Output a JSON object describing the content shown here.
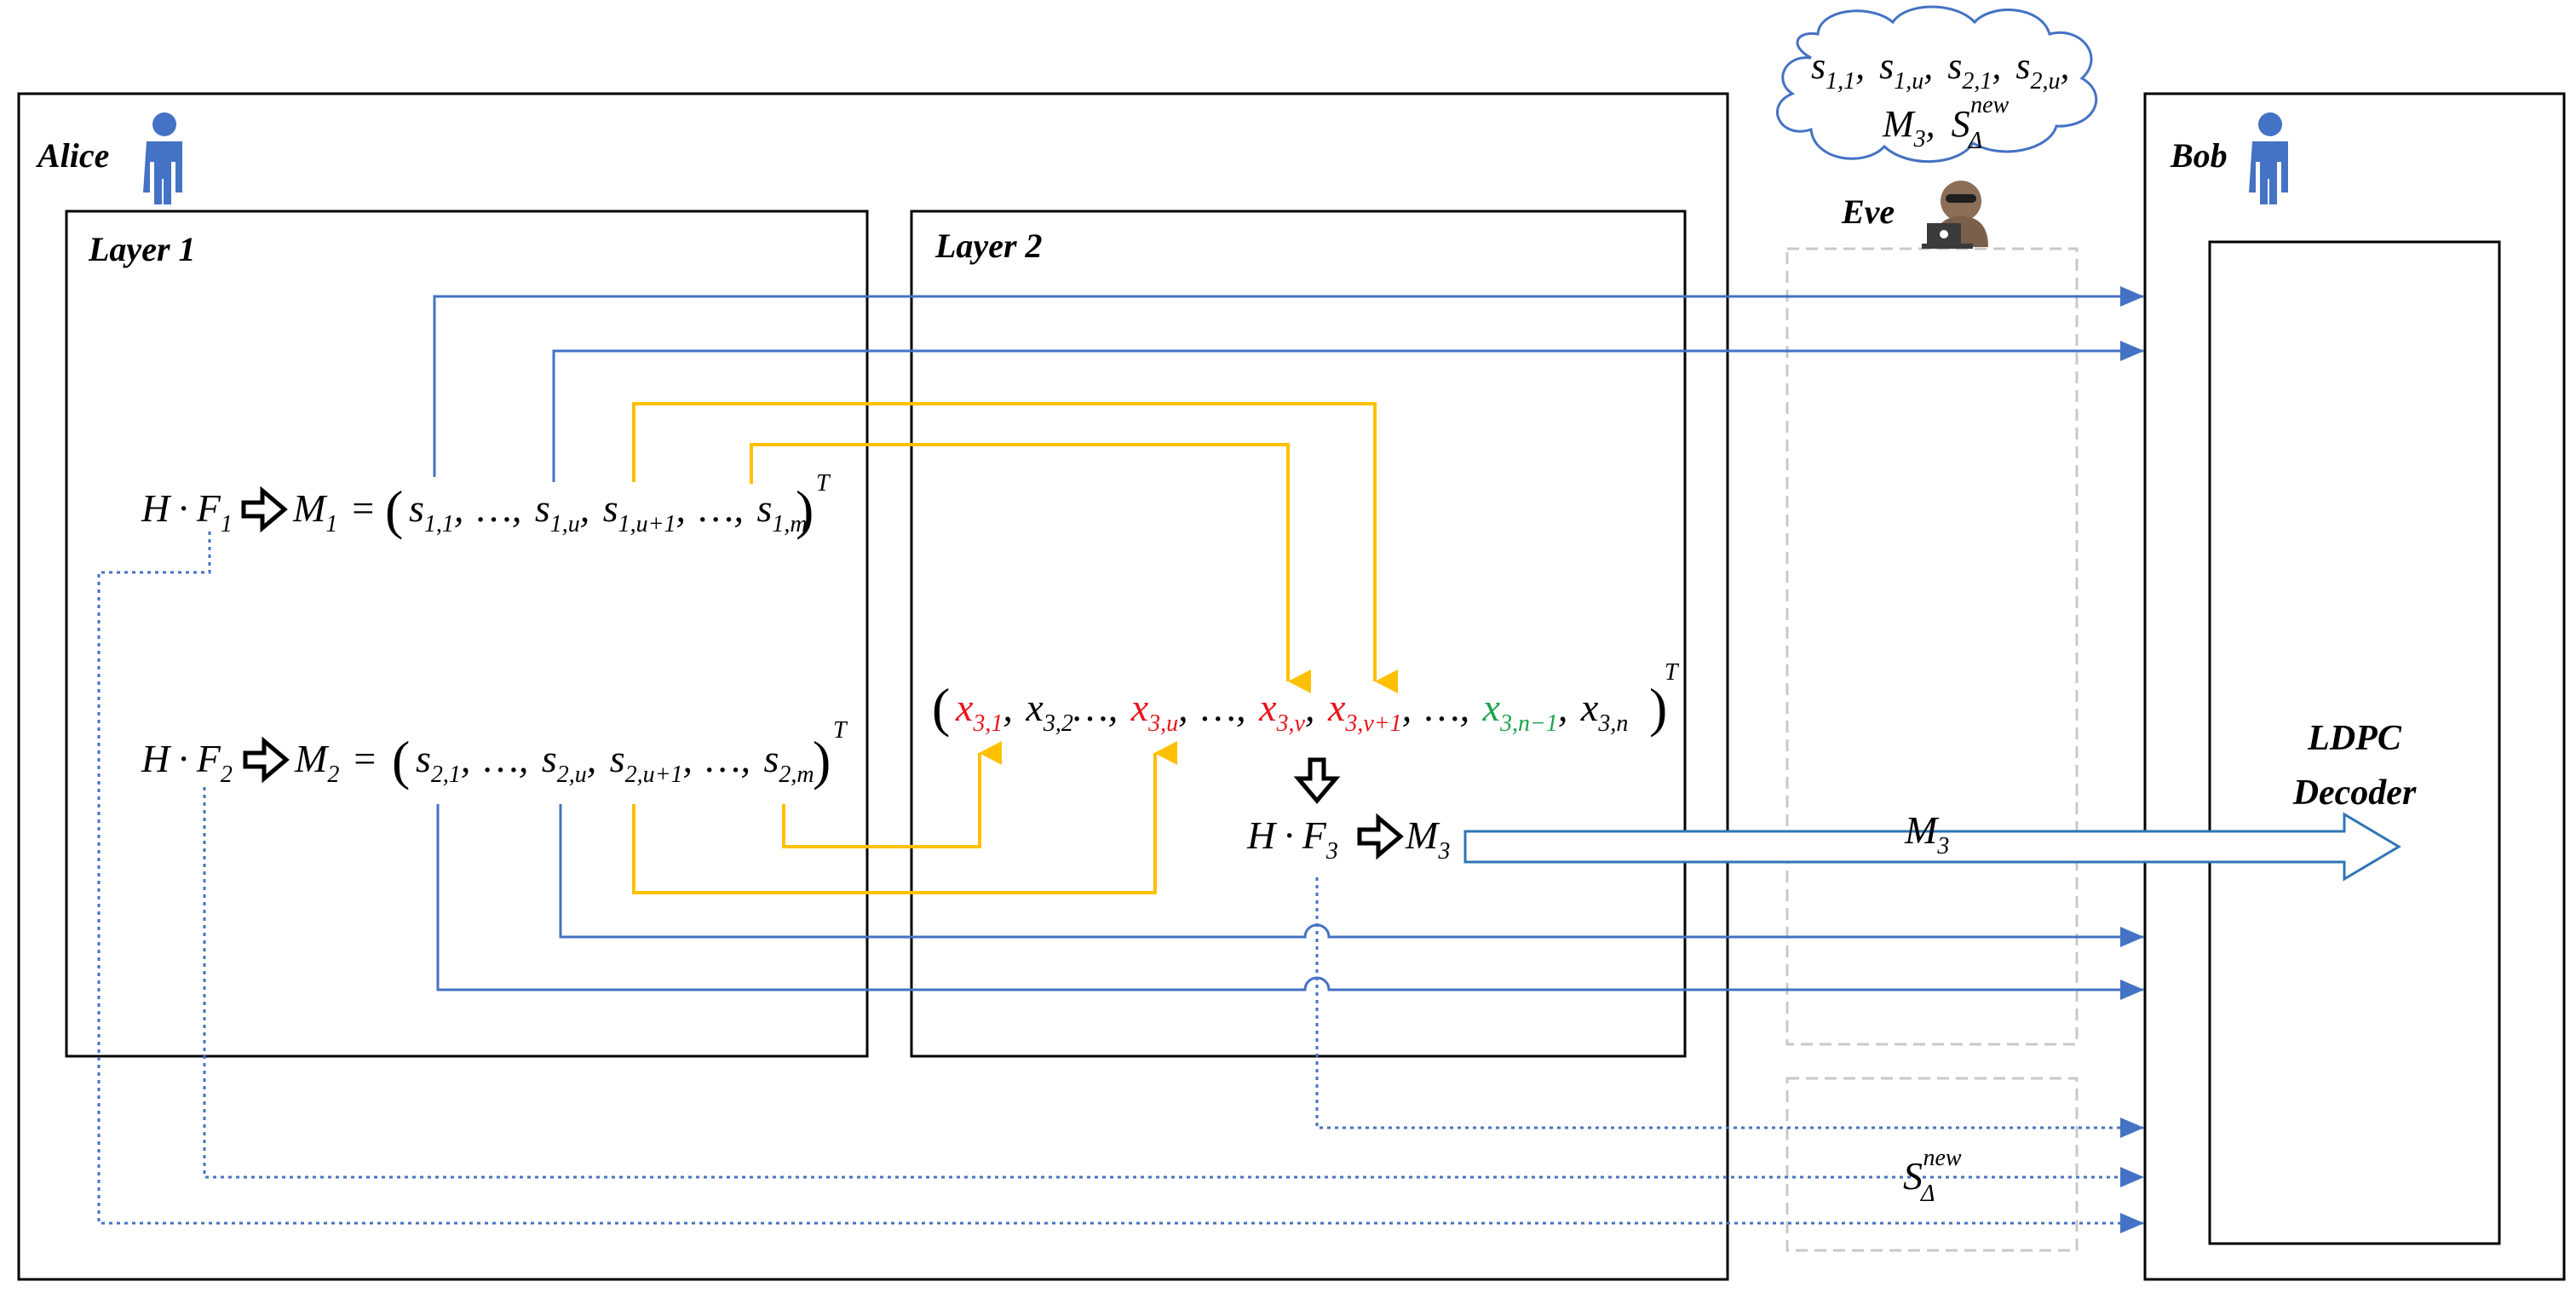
{
  "parties": {
    "alice": "Alice",
    "bob": "Bob",
    "eve": "Eve"
  },
  "layers": {
    "layer1": "Layer 1",
    "layer2": "Layer 2"
  },
  "decoder": {
    "line1": "LDPC",
    "line2": "Decoder"
  },
  "symbols": {
    "H": "H",
    "F": "F",
    "M": "M",
    "s": "s",
    "x": "x",
    "S": "S",
    "dot": "·",
    "eq": "=",
    "comma": ",",
    "ellipsis": "…",
    "lparen": "(",
    "rparen": ")",
    "T": "T",
    "sub_1": "1",
    "sub_2": "2",
    "sub_3": "3",
    "sub_11": "1,1",
    "sub_1u": "1,u",
    "sub_1u1": "1,u+1",
    "sub_1m": "1,m",
    "sub_21": "2,1",
    "sub_2u": "2,u",
    "sub_2u1": "2,u+1",
    "sub_2m": "2,m",
    "sub_31": "3,1",
    "sub_32": "3,2",
    "sub_3u": "3,u",
    "sub_3v": "3,v",
    "sub_3v1": "3,v+1",
    "sub_3n1": "3,n−1",
    "sub_3n": "3,n",
    "delta": "Δ",
    "new": "new"
  },
  "colors": {
    "blue_line": "#4472c4",
    "yellow_line": "#ffc000",
    "box_border": "#000000",
    "dashed_box": "#c8c8c8",
    "person_icon": "#4472c4",
    "red_text": "#e8141b",
    "green_text": "#1aa34a",
    "arrow_outline": "#2e75b6"
  },
  "icons": {
    "person": "person-icon",
    "hacker": "hacker-icon",
    "cloud": "cloud-shape",
    "hollow_arrow": "hollow-arrow-icon"
  }
}
